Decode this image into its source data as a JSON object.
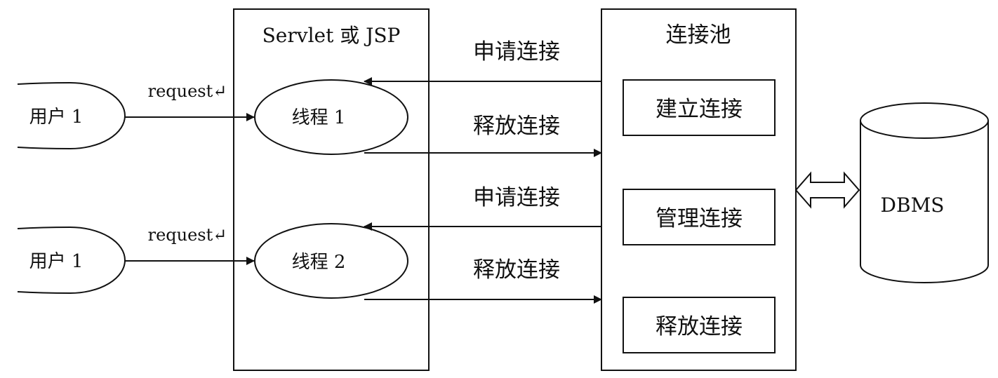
{
  "servlet_box": {
    "title": "Servlet 或 JSP"
  },
  "pool_box": {
    "title": "连接池"
  },
  "users": [
    {
      "label": "用户 1",
      "request_label": "request↵"
    },
    {
      "label": "用户 1",
      "request_label": "request↵"
    }
  ],
  "threads": [
    {
      "label": "线程 1"
    },
    {
      "label": "线程 2"
    }
  ],
  "arrow_labels": {
    "apply_1": "申请连接",
    "release_1": "释放连接",
    "apply_2": "申请连接",
    "release_2": "释放连接"
  },
  "pool_items": [
    {
      "label": "建立连接"
    },
    {
      "label": "管理连接"
    },
    {
      "label": "释放连接"
    }
  ],
  "database": {
    "label": "DBMS"
  }
}
